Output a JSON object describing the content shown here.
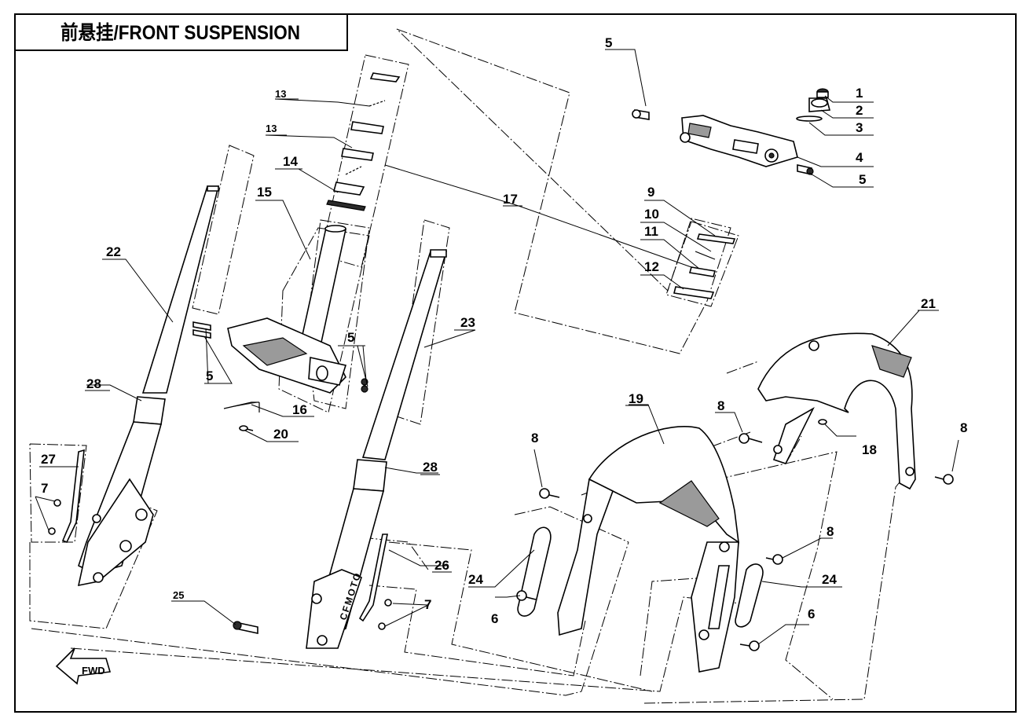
{
  "title": "前悬挂/FRONT SUSPENSION",
  "fwd_label": "FWD",
  "fork_brand": "CFMOTO",
  "callouts": [
    "1",
    "2",
    "3",
    "4",
    "5",
    "5",
    "5",
    "5",
    "6",
    "6",
    "7",
    "7",
    "8",
    "8",
    "8",
    "8",
    "9",
    "10",
    "11",
    "12",
    "13",
    "13",
    "14",
    "15",
    "16",
    "17",
    "18",
    "19",
    "20",
    "21",
    "22",
    "23",
    "24",
    "24",
    "25",
    "26",
    "27",
    "28",
    "28"
  ]
}
